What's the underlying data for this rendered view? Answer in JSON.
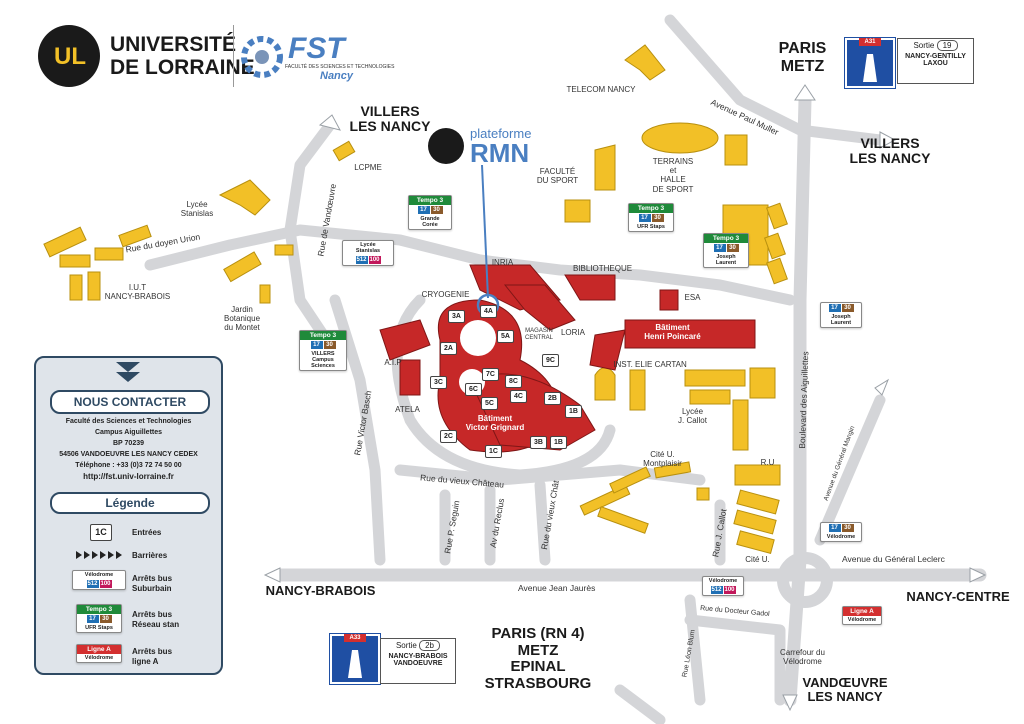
{
  "header": {
    "univ_line1": "UNIVERSITÉ",
    "univ_line2": "DE LORRAINE",
    "fst_name": "FST",
    "fst_sub": "FACULTÉ DES SCIENCES ET TECHNOLOGIES",
    "fst_city": "Nancy"
  },
  "rmn": {
    "line1": "plateforme",
    "line2": "RMN"
  },
  "directions": {
    "villers_left": "VILLERS\nLES NANCY",
    "paris_metz": "PARIS\nMETZ",
    "villers_right": "VILLERS\nLES NANCY",
    "nancy_brabois": "NANCY-BRABOIS",
    "nancy_centre": "NANCY-CENTRE",
    "paris_rn4": "PARIS (RN 4)\nMETZ\nEPINAL\nSTRASBOURG",
    "vandoeuvre": "VANDŒUVRE\nLES NANCY"
  },
  "highway": {
    "a31_tag": "A31",
    "a31_sortie_label": "Sortie",
    "a31_sortie_num": "19",
    "a31_sortie_dest": "NANCY-GENTILLY\nLAXOU",
    "a33_tag": "A33",
    "a33_sortie_label": "Sortie",
    "a33_sortie_num": "2b",
    "a33_sortie_dest": "NANCY-BRABOIS\nVANDOEUVRE"
  },
  "places": {
    "lcpme": "LCPME",
    "lycee_stanislas": "Lycée\nStanislas",
    "iut": "I.U.T\nNANCY-BRABOIS",
    "jardin": "Jardin\nBotanique\ndu Montet",
    "telecom": "TELECOM NANCY",
    "faculte_sport": "FACULTÉ\nDU SPORT",
    "terrains": "TERRAINS\net\nHALLE\nDE SPORT",
    "inria": "INRIA",
    "bibliotheque": "BIBLIOTHEQUE",
    "cryogenie": "CRYOGENIE",
    "loria": "LORIA",
    "magasin": "MAGASIN\nCENTRAL",
    "esa": "ESA",
    "aip": "A.I.P",
    "atela": "ATELA",
    "inst_elie": "INST. ELIE CARTAN",
    "lycee_callot": "Lycée\nJ. Callot",
    "ru": "R.U",
    "cite_montplaisir": "Cité U.\nMontplaisir",
    "cite_u": "Cité U.",
    "carrefour": "Carrefour du\nVélodrome",
    "bat_vg": "Bâtiment\nVictor Grignard",
    "bat_hp": "Bâtiment\nHenri Poincaré"
  },
  "streets": {
    "doyen_urion": "Rue du doyen Urion",
    "vandoeuvre": "Rue de Vandœuvre",
    "paul_muller": "Avenue Paul Muller",
    "aiguillettes": "Boulevard des Aiguillettes",
    "general_mangin": "Avenue du Général Mangin",
    "general_leclerc": "Avenue du Général Leclerc",
    "victor_basch": "Rue Victor Basch",
    "vieux_chateau": "Rue du vieux Château",
    "p_seguin": "Rue P. Seguin",
    "reclus": "Av du Reclus",
    "vieux_chat": "Rue du vieux Chât",
    "jean_jaures": "Avenue Jean Jaurès",
    "j_callot": "Rue J. Callot",
    "docteur_gadol": "Rue du Docteur Gadol",
    "leon_blum": "Rue Léon Blum"
  },
  "entries": [
    "4A",
    "3A",
    "5A",
    "2A",
    "9C",
    "7C",
    "3C",
    "8C",
    "6C",
    "4C",
    "2B",
    "5C",
    "1B",
    "2C",
    "3B",
    "1B",
    "1C"
  ],
  "bus_stops": {
    "grande_coree": {
      "head": "Tempo 3",
      "l1": "17",
      "l2": "30",
      "name": "Grande\nCorée"
    },
    "ufr_staps": {
      "head": "Tempo 3",
      "l1": "17",
      "l2": "30",
      "name": "UFR Staps"
    },
    "joseph_laurent": {
      "head": "Tempo 3",
      "l1": "17",
      "l2": "30",
      "name": "Joseph\nLaurent"
    },
    "villers_campus": {
      "head": "Tempo 3",
      "l1": "17",
      "l2": "30",
      "name": "VILLERS\nCampus\nSciences"
    },
    "lycee_stanislas_sub": {
      "head": "Lycée\nStanislas",
      "l1": "512",
      "l2": "100",
      "name": ""
    },
    "joseph_laurent2": {
      "l1": "17",
      "l2": "30",
      "name": "Joseph\nLaurent"
    },
    "velodrome": {
      "l1": "17",
      "l2": "30",
      "name": "Vélodrome"
    },
    "velodrome_sub": {
      "head": "Vélodrome",
      "l1": "512",
      "l2": "100"
    },
    "ligne_a": {
      "head": "Ligne A",
      "name": "Vélodrome"
    }
  },
  "contact": {
    "title": "NOUS CONTACTER",
    "line1": "Faculté des Sciences et Technologies",
    "line2": "Campus Aiguillettes",
    "line3": "BP 70239",
    "line4": "54506 VANDOEUVRE LES NANCY CEDEX",
    "line5": "Téléphone : +33 (0)3 72 74 50 00",
    "line6": "http://fst.univ-lorraine.fr",
    "legend_title": "Légende",
    "leg_entry_sample": "1C",
    "leg_entries": "Entrées",
    "leg_barrieres": "Barrières",
    "leg_suburbain": "Arrêts bus\nSuburbain",
    "leg_stan": "Arrêts bus\nRéseau stan",
    "leg_ligne_a": "Arrêts bus\nligne A",
    "leg_sub_stop": "Vélodrome",
    "leg_sub_l1": "512",
    "leg_sub_l2": "100",
    "leg_tempo": "Tempo 3",
    "leg_tempo_l1": "17",
    "leg_tempo_l2": "30",
    "leg_tempo_stop": "UFR Staps",
    "leg_lignea_head": "Ligne A",
    "leg_lignea_stop": "Vélodrome"
  },
  "colors": {
    "university_building": "#c62828",
    "other_building": "#f2c027",
    "road": "#d9dadc",
    "panel": "#dfe4ea",
    "panel_border": "#2f4a63",
    "tempo_green": "#1f8a3a",
    "highway_blue": "#1f4fa3"
  }
}
